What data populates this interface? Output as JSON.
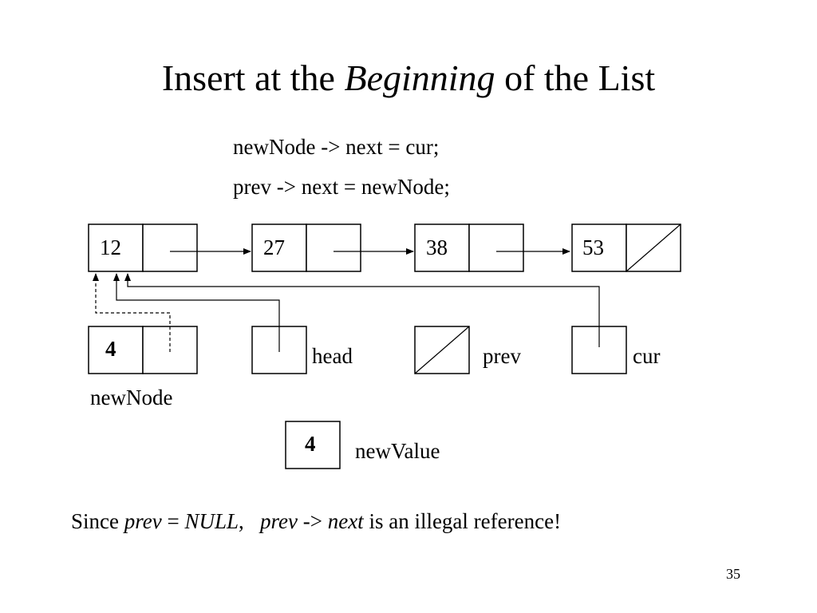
{
  "slide": {
    "title_before": "Insert at the ",
    "title_em": "Beginning",
    "title_after": " of the List",
    "code_line1": "newNode -> next = cur;",
    "code_line2": "prev -> next = newNode;",
    "page_number": "35"
  },
  "list_nodes": [
    {
      "value": "12",
      "next": "pointer"
    },
    {
      "value": "27",
      "next": "pointer"
    },
    {
      "value": "38",
      "next": "pointer"
    },
    {
      "value": "53",
      "next": "null"
    }
  ],
  "new_node": {
    "value": "4",
    "label": "newNode"
  },
  "pointers": {
    "head": {
      "label": "head",
      "state": "points to node 12"
    },
    "prev": {
      "label": "prev",
      "state": "null"
    },
    "cur": {
      "label": "cur",
      "state": "points to node 12"
    }
  },
  "new_value": {
    "value": "4",
    "label": "newValue"
  },
  "note": {
    "since": "Since ",
    "prev1": "prev",
    "eq": " = ",
    "null_word": "NULL",
    "comma": ",   ",
    "prev2": "prev",
    "arrow": " -> ",
    "next_word": "next",
    "rest": " is an illegal reference!"
  }
}
